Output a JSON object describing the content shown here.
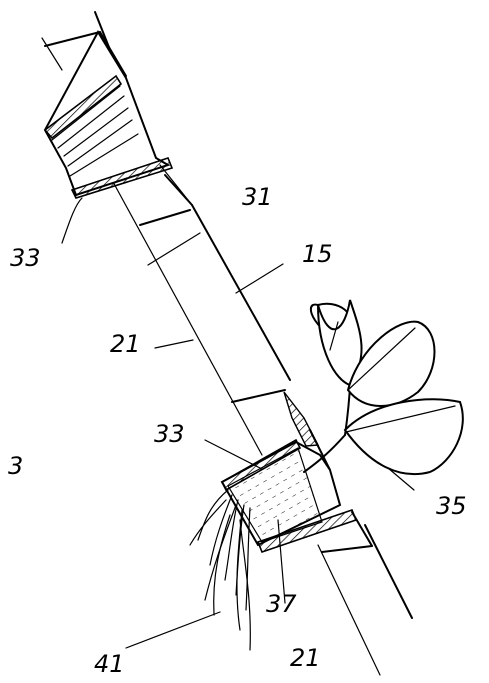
{
  "figure": {
    "fig_label": "3",
    "labels": {
      "l33_top": "33",
      "l31": "31",
      "l15": "15",
      "l21_mid": "21",
      "l33_low": "33",
      "l35": "35",
      "l37": "37",
      "l41": "41",
      "l21_bottom": "21"
    },
    "ink_color": "#000000",
    "paper_color": "#ffffff"
  }
}
